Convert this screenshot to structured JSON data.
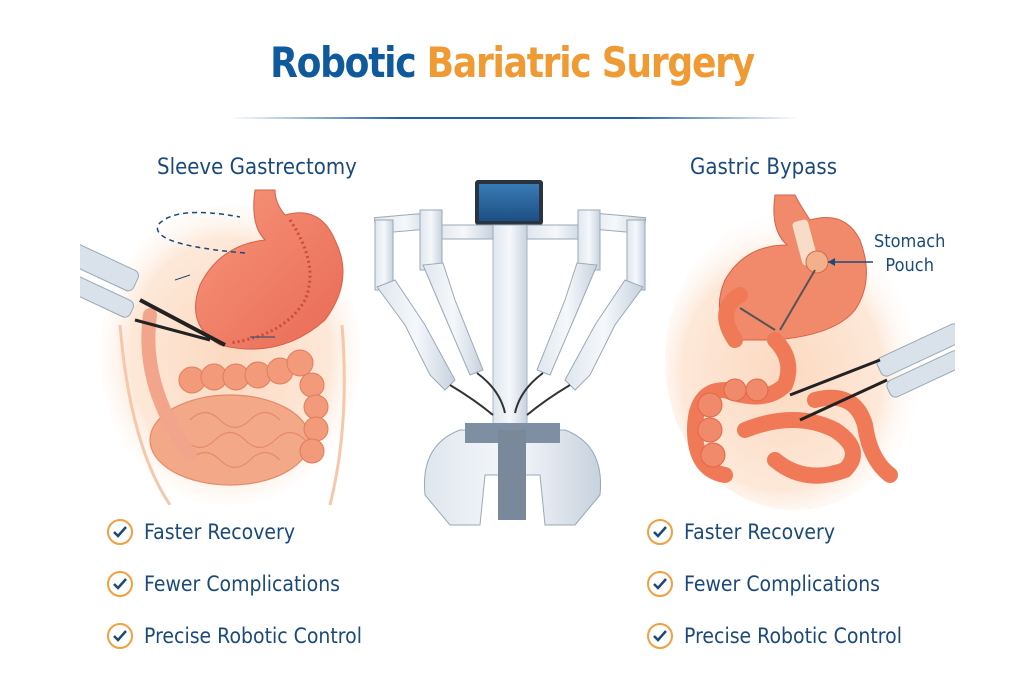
{
  "header": {
    "title_part1": "Robotic",
    "title_part2": "Bariatric Surgery",
    "colors": {
      "primary_blue": "#0f5a9c",
      "accent_orange": "#ef9a33",
      "text_navy": "#1b4a7a"
    }
  },
  "left_panel": {
    "title": "Sleeve Gastrectomy",
    "illustration": "sleeve-gastrectomy-stomach-with-robotic-instruments",
    "benefits": [
      {
        "icon": "check-circle-icon",
        "label": "Faster Recovery"
      },
      {
        "icon": "check-circle-icon",
        "label": "Fewer Complications"
      },
      {
        "icon": "check-circle-icon",
        "label": "Precise Robotic Control"
      }
    ]
  },
  "center": {
    "illustration": "robotic-surgical-system-four-arms-with-monitor"
  },
  "right_panel": {
    "title": "Gastric Bypass",
    "callout_line1": "Stomach",
    "callout_line2": "Pouch",
    "illustration": "gastric-bypass-pouch-and-intestines-with-robotic-instruments",
    "benefits": [
      {
        "icon": "check-circle-icon",
        "label": "Faster Recovery"
      },
      {
        "icon": "check-circle-icon",
        "label": "Fewer Complications"
      },
      {
        "icon": "check-circle-icon",
        "label": "Precise Robotic Control"
      }
    ]
  }
}
